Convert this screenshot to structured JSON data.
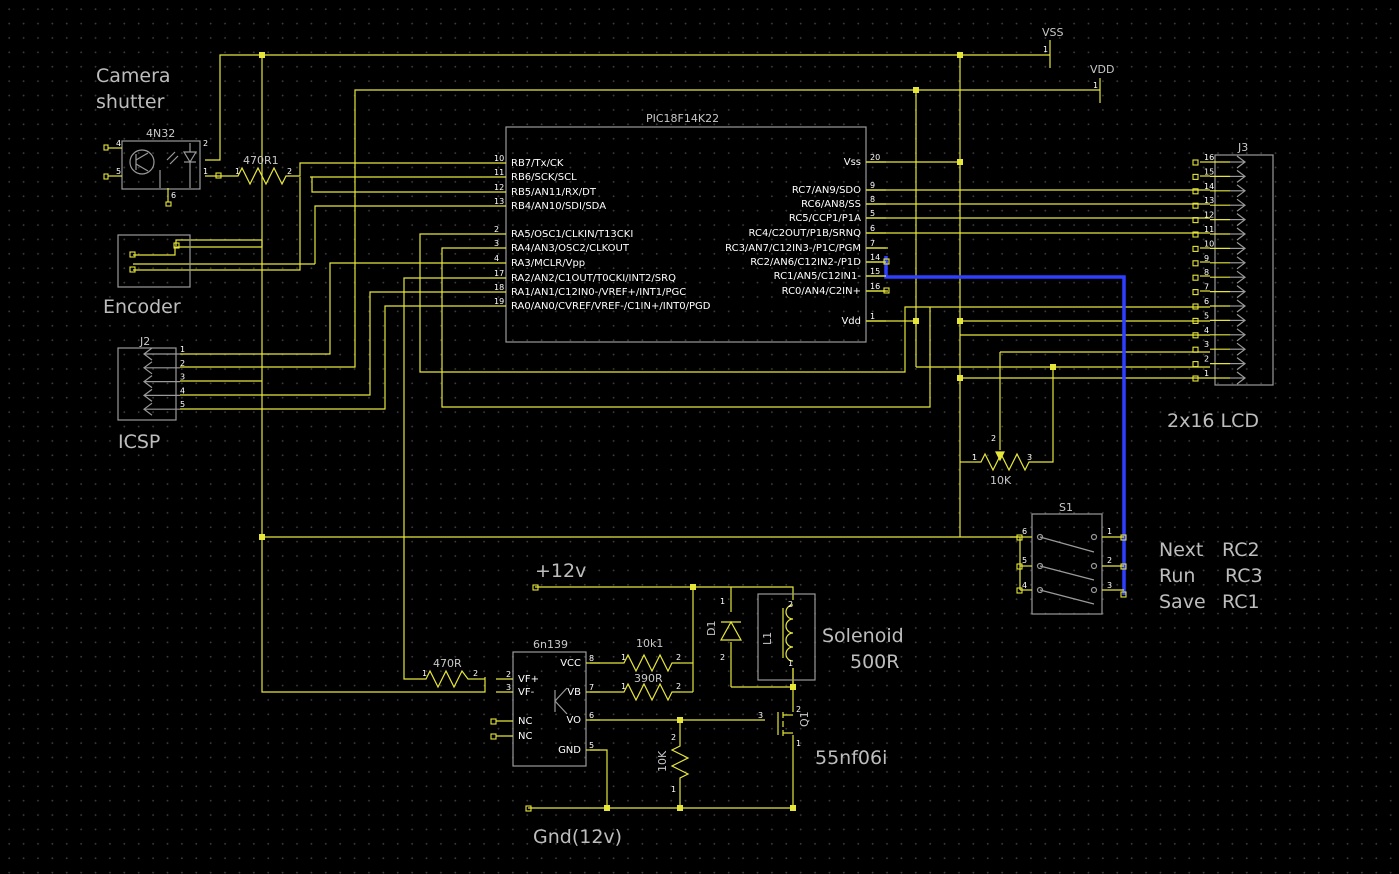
{
  "labels": {
    "camera": "Camera",
    "shutter": "shutter",
    "encoder": "Encoder",
    "icsp": "ICSP",
    "lcd": "2x16 LCD",
    "solenoid": "Solenoid",
    "solenoid_ohms": "500R",
    "mosfet_part": "55nf06i",
    "plus12": "+12v",
    "gnd12": "Gnd(12v)",
    "next": "Next",
    "next_pin": "RC2",
    "run": "Run",
    "run_pin": "RC3",
    "save": "Save",
    "save_pin": "RC1"
  },
  "power": {
    "vss": "VSS",
    "vdd": "VDD",
    "pin1": "1"
  },
  "parts": {
    "mcu": "PIC18F14K22",
    "opto_in": "4N32",
    "opto_out": "6n139",
    "r_shutter": "470R1",
    "r_opto": "470R",
    "r_vcc": "10k1",
    "r_vb": "390R",
    "r_gate": "10K",
    "pot": "10K",
    "diode": "D1",
    "coil": "L1",
    "mosfet": "Q1",
    "header_icsp": "J2",
    "header_lcd": "J3",
    "switch": "S1"
  },
  "mcu_left": [
    {
      "pin": "10",
      "name": "RB7/Tx/CK"
    },
    {
      "pin": "11",
      "name": "RB6/SCK/SCL"
    },
    {
      "pin": "12",
      "name": "RB5/AN11/RX/DT"
    },
    {
      "pin": "13",
      "name": "RB4/AN10/SDI/SDA"
    },
    {
      "pin": "2",
      "name": "RA5/OSC1/CLKIN/T13CKI"
    },
    {
      "pin": "3",
      "name": "RA4/AN3/OSC2/CLKOUT"
    },
    {
      "pin": "4",
      "name": "RA3/MCLR/Vpp"
    },
    {
      "pin": "17",
      "name": "RA2/AN2/C1OUT/T0CKI/INT2/SRQ"
    },
    {
      "pin": "18",
      "name": "RA1/AN1/C12IN0-/VREF+/INT1/PGC"
    },
    {
      "pin": "19",
      "name": "RA0/AN0/CVREF/VREF-/C1IN+/INT0/PGD"
    }
  ],
  "mcu_right": [
    {
      "pin": "20",
      "name": "Vss"
    },
    {
      "pin": "9",
      "name": "RC7/AN9/SDO"
    },
    {
      "pin": "8",
      "name": "RC6/AN8/SS"
    },
    {
      "pin": "5",
      "name": "RC5/CCP1/P1A"
    },
    {
      "pin": "6",
      "name": "RC4/C2OUT/P1B/SRNQ"
    },
    {
      "pin": "7",
      "name": "RC3/AN7/C12IN3-/P1C/PGM"
    },
    {
      "pin": "14",
      "name": "RC2/AN6/C12IN2-/P1D"
    },
    {
      "pin": "15",
      "name": "RC1/AN5/C12IN1-"
    },
    {
      "pin": "16",
      "name": "RC0/AN4/C2IN+"
    },
    {
      "pin": "1",
      "name": "Vdd"
    }
  ],
  "lcd_pins": [
    "16",
    "15",
    "14",
    "13",
    "12",
    "11",
    "10",
    "9",
    "8",
    "7",
    "6",
    "5",
    "4",
    "3",
    "2",
    "1"
  ],
  "icsp_pins": [
    "1",
    "2",
    "3",
    "4",
    "5"
  ],
  "opto_in_pins": [
    "4",
    "5",
    "2",
    "1",
    "6"
  ],
  "opto_out": {
    "left": [
      "VF+",
      "VF-",
      "NC",
      "NC"
    ],
    "left_pins": [
      "2",
      "3",
      "",
      ""
    ],
    "right": [
      "VCC",
      "VB",
      "VO",
      "GND"
    ],
    "right_pins": [
      "8",
      "7",
      "6",
      "5"
    ]
  },
  "switch_pins": [
    "6",
    "5",
    "4",
    "1",
    "2",
    "3"
  ],
  "misc_pins": {
    "p1": "1",
    "p2": "2",
    "p3": "3"
  }
}
